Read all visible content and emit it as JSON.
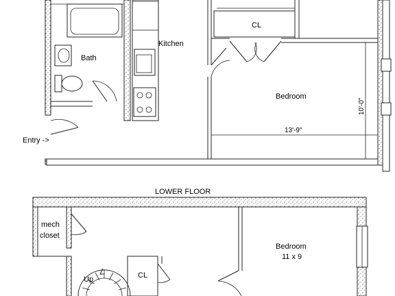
{
  "plan": {
    "upper_floor": {
      "rooms": {
        "bath": "Bath",
        "kitchen": "Kitchen",
        "closet": "CL",
        "bedroom": "Bedroom"
      },
      "entry_label": "Entry ->",
      "dimensions": {
        "width": "13'-9\"",
        "depth": "10'-0\""
      }
    },
    "section_title": "LOWER FLOOR",
    "lower_floor": {
      "rooms": {
        "mech_closet_line1": "mech",
        "mech_closet_line2": "closet",
        "closet": "CL",
        "bedroom": "Bedroom",
        "bedroom_size": "11 x 9",
        "stair": "Up"
      }
    }
  }
}
